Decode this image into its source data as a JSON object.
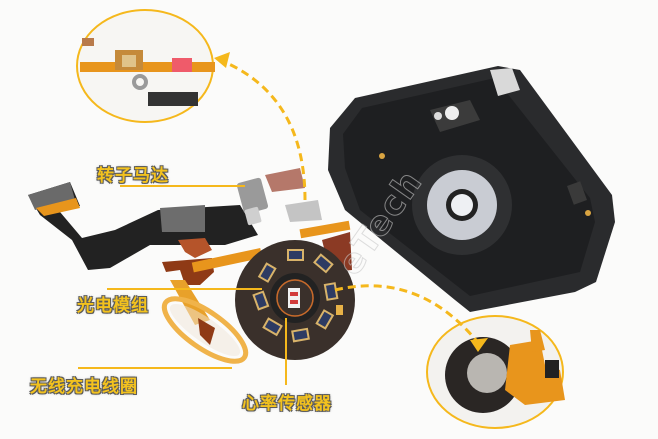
{
  "labels": {
    "rotor_motor": "转子马达",
    "photo_module": "光电模组",
    "wireless_charging_coil": "无线充电线圈",
    "heart_rate_sensor": "心率传感器"
  },
  "watermark": "eTech",
  "colors": {
    "accent": "#f5b81c",
    "label_fill": "#f3c21e",
    "label_outline": "#5a5a5a",
    "background": "#fbfbfa",
    "housing": "#2a2b2d",
    "flex_cable": "#e8951c",
    "pcb": "#3a302b"
  }
}
